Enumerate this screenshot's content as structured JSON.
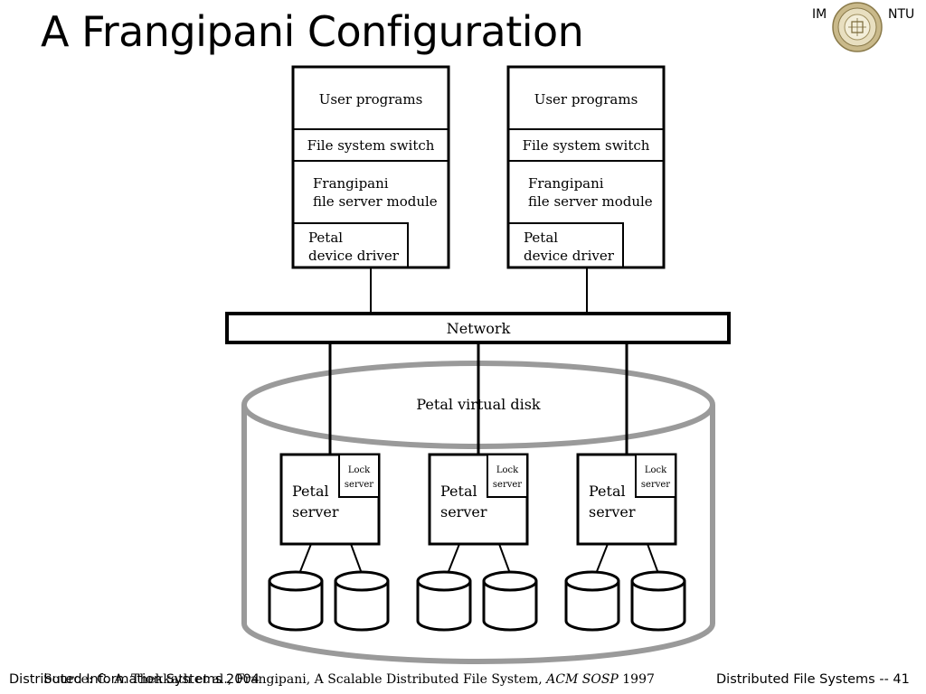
{
  "slide": {
    "title": "A Frangipani Configuration"
  },
  "logo": {
    "left_text": "IM",
    "right_text": "NTU",
    "seal": "university-seal-icon"
  },
  "diagram": {
    "clients": [
      {
        "user_programs": "User programs",
        "fs_switch": "File system switch",
        "module_line1": "Frangipani",
        "module_line2": "file server module",
        "driver_line1": "Petal",
        "driver_line2": "device driver"
      },
      {
        "user_programs": "User programs",
        "fs_switch": "File system switch",
        "module_line1": "Frangipani",
        "module_line2": "file server module",
        "driver_line1": "Petal",
        "driver_line2": "device driver"
      }
    ],
    "network_label": "Network",
    "virtual_disk_label": "Petal virtual disk",
    "servers": [
      {
        "line1": "Petal",
        "line2": "server",
        "lock_line1": "Lock",
        "lock_line2": "server"
      },
      {
        "line1": "Petal",
        "line2": "server",
        "lock_line1": "Lock",
        "lock_line2": "server"
      },
      {
        "line1": "Petal",
        "line2": "server",
        "lock_line1": "Lock",
        "lock_line2": "server"
      }
    ]
  },
  "footer": {
    "left": "Distributed Information Systems 2004",
    "source_pre": "Source: C. A. Thekkath et al., Frangipani, A Scalable Distributed File System, ",
    "source_venue": "ACM SOSP",
    "source_year": " 1997",
    "right": "Distributed File Systems -- 41"
  }
}
